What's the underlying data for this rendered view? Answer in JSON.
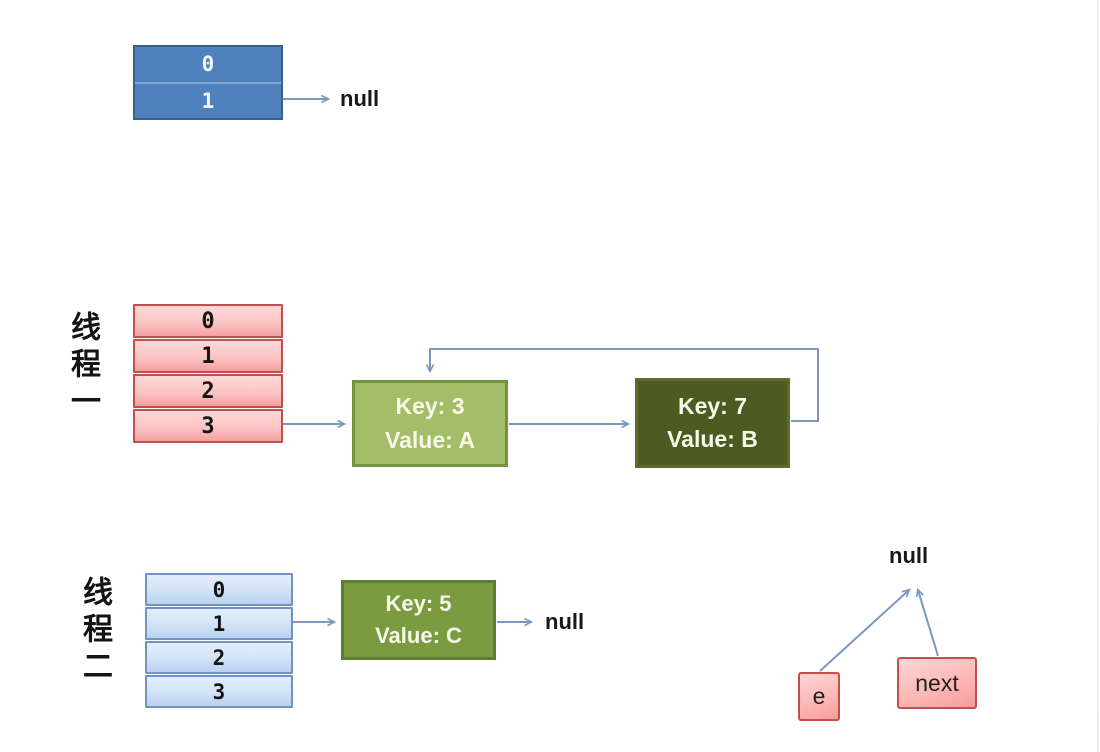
{
  "colors": {
    "arrow": "#7a97bf",
    "blue-fill": "#4f81bd",
    "blue-border": "#39618f",
    "pink-top": "#fdd9d9",
    "pink-bottom": "#f5a0a0",
    "pink-border": "#c0504d",
    "ltblue-top": "#e3eefb",
    "ltblue-bottom": "#b9d1ef",
    "ltblue-border": "#6e93c4",
    "green-light-fill": "#a4bd68",
    "green-light-border": "#75923c",
    "green-dark-fill": "#4d5a21",
    "green-dark-border": "#5e6c2b",
    "green-mid-fill": "#7b9b40",
    "green-mid-border": "#5e7c2e",
    "ink": "#1c1519",
    "node-text": "#f7fae8"
  },
  "top_table": {
    "rows": [
      "0",
      "1"
    ],
    "null_label": "null"
  },
  "thread1": {
    "label": "线程一",
    "rows": [
      "0",
      "1",
      "2",
      "3"
    ],
    "node_a": {
      "line1": "Key: 3",
      "line2": "Value: A"
    },
    "node_b": {
      "line1": "Key: 7",
      "line2": "Value: B"
    }
  },
  "thread2": {
    "label": "线程二",
    "rows": [
      "0",
      "1",
      "2",
      "3"
    ],
    "node_c": {
      "line1": "Key: 5",
      "line2": "Value: C"
    },
    "null_label": "null"
  },
  "pointers": {
    "null_label": "null",
    "e_label": "e",
    "next_label": "next"
  }
}
